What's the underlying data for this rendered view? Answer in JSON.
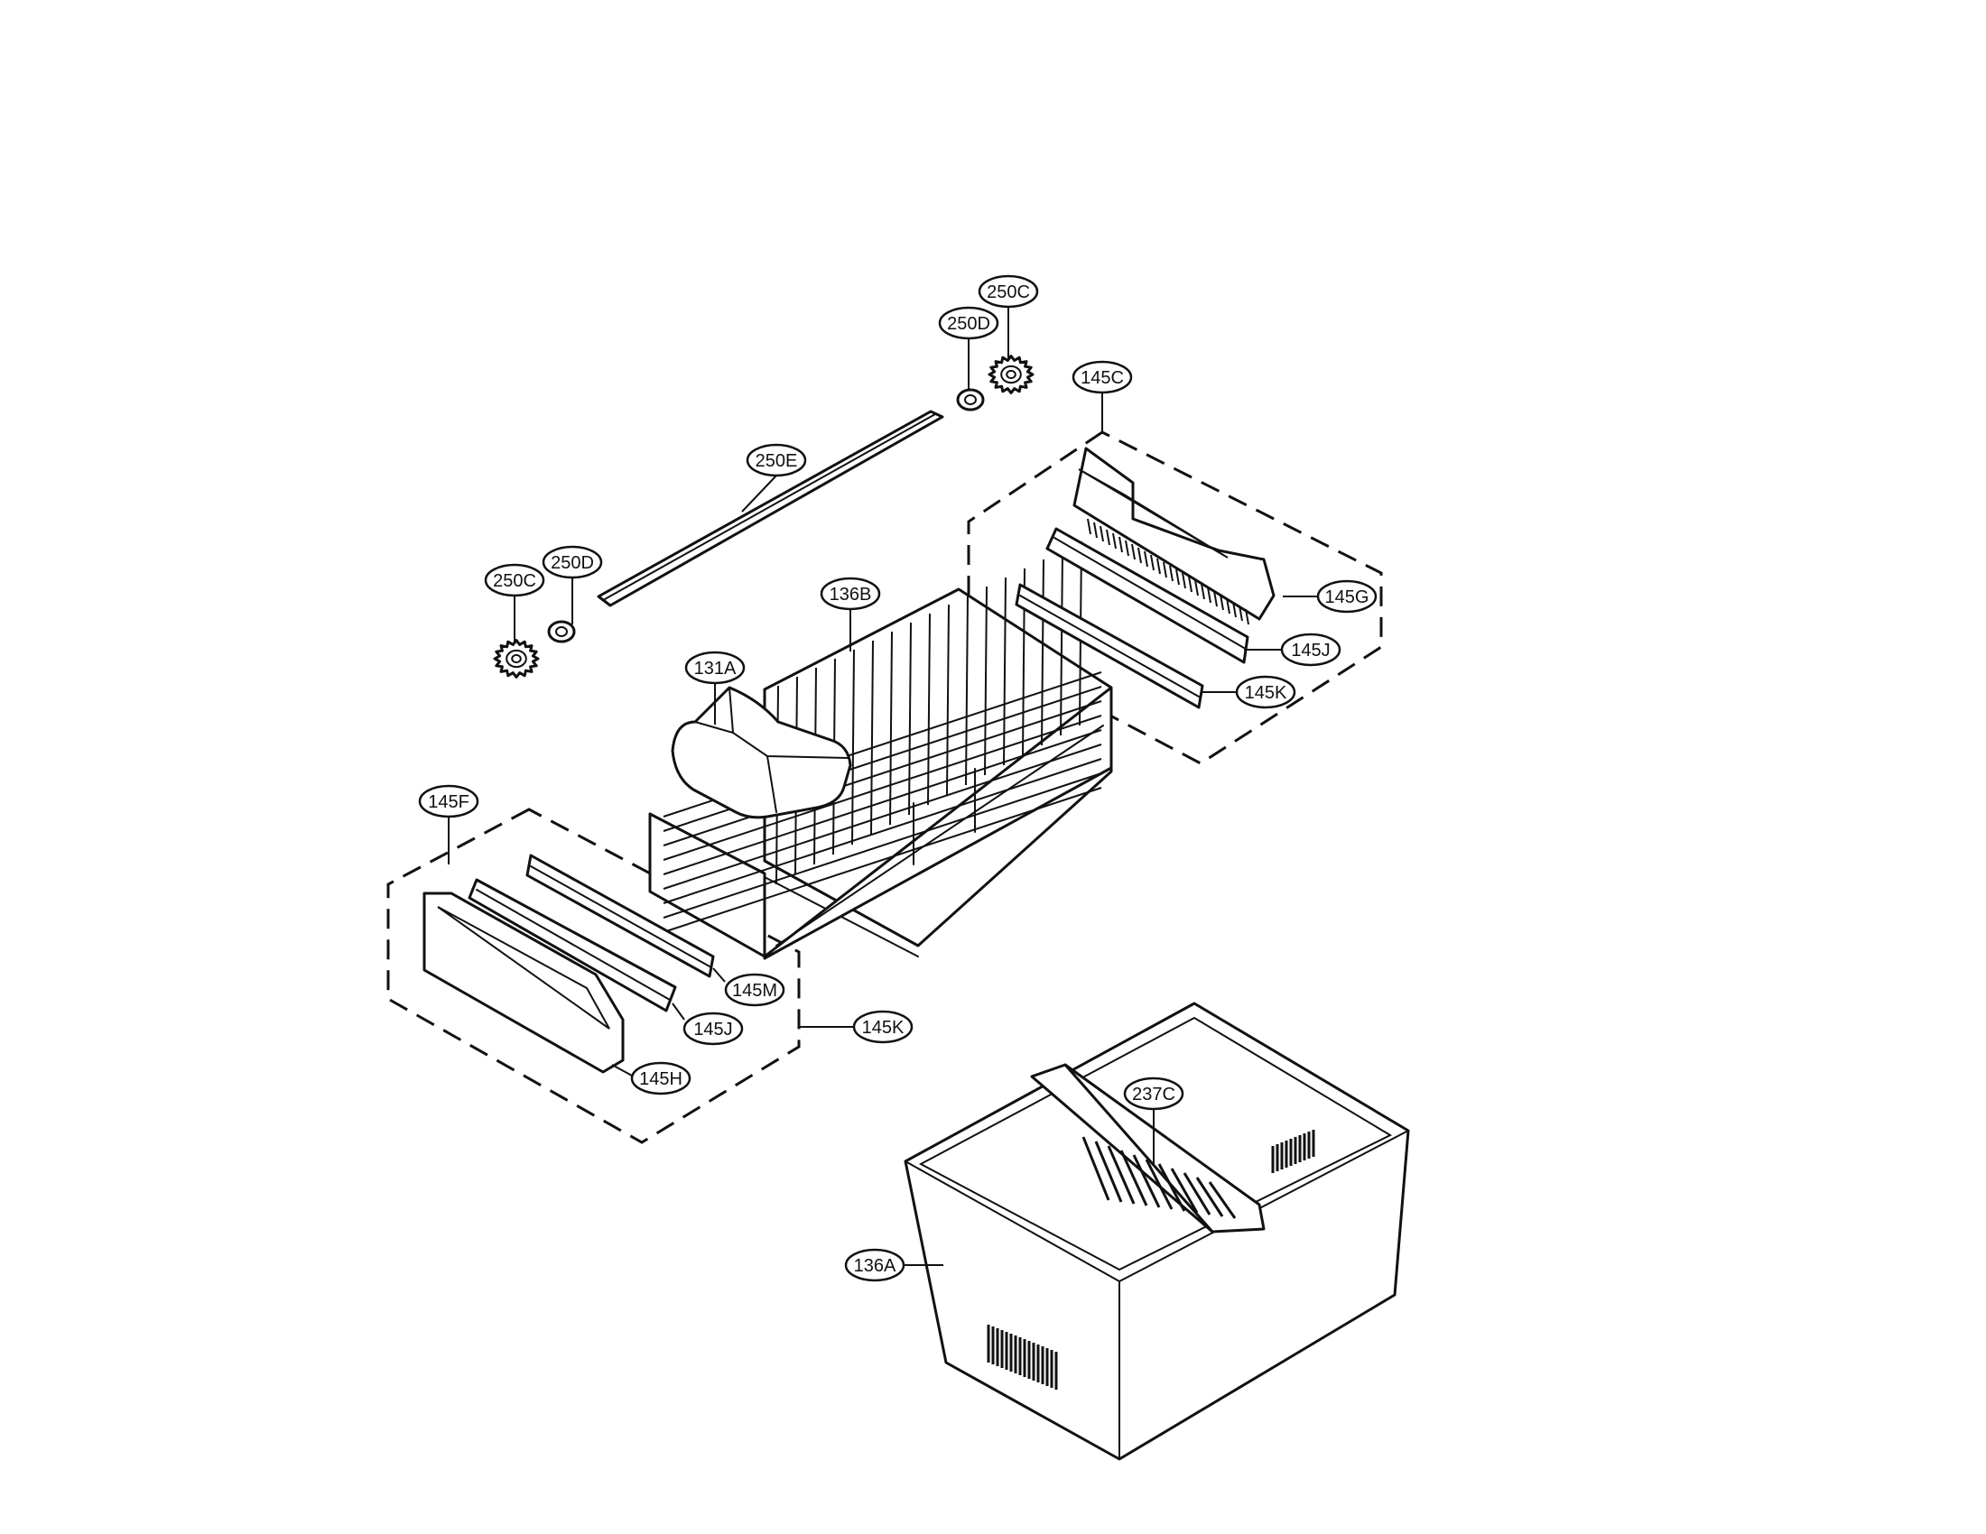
{
  "callouts": [
    {
      "id": "250C-top",
      "text": "250C"
    },
    {
      "id": "250D-top",
      "text": "250D"
    },
    {
      "id": "145C",
      "text": "145C"
    },
    {
      "id": "250E",
      "text": "250E"
    },
    {
      "id": "250D-left",
      "text": "250D"
    },
    {
      "id": "250C-left",
      "text": "250C"
    },
    {
      "id": "136B",
      "text": "136B"
    },
    {
      "id": "131A",
      "text": "131A"
    },
    {
      "id": "145G",
      "text": "145G"
    },
    {
      "id": "145J-right",
      "text": "145J"
    },
    {
      "id": "145K-right",
      "text": "145K"
    },
    {
      "id": "145F",
      "text": "145F"
    },
    {
      "id": "145M",
      "text": "145M"
    },
    {
      "id": "145J-left",
      "text": "145J"
    },
    {
      "id": "145K-left",
      "text": "145K"
    },
    {
      "id": "145H",
      "text": "145H"
    },
    {
      "id": "237C",
      "text": "237C"
    },
    {
      "id": "136A",
      "text": "136A"
    }
  ]
}
